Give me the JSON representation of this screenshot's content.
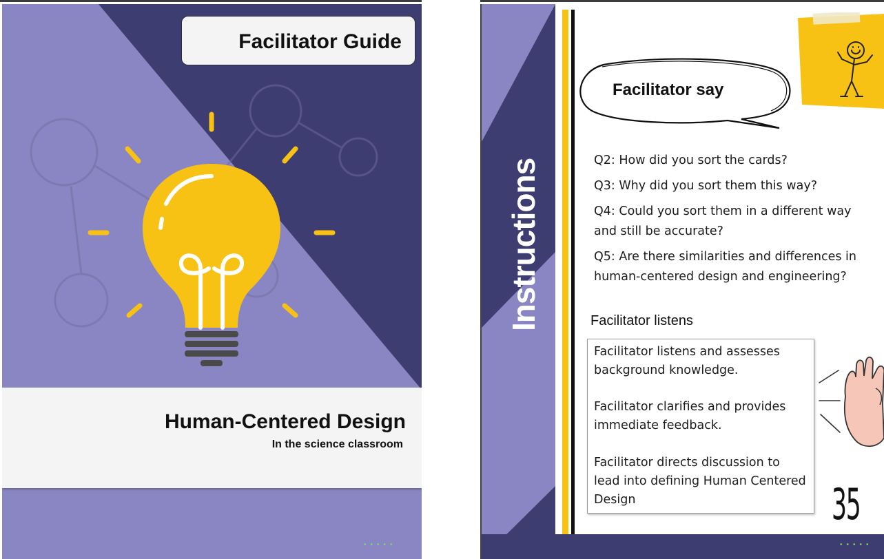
{
  "left_page": {
    "header_title": "Facilitator Guide",
    "side_title": "HUMANIZING SCIENCE IN K-12 CLASSROOMS",
    "cover_title": "Human-Centered Design",
    "cover_subtitle": "In the science classroom",
    "footer_dots": "•••••"
  },
  "right_page": {
    "side_title": "Instructions",
    "speech_bubble": "Facilitator say",
    "questions": [
      "Q2: How did you sort the cards?",
      "Q3: Why did you sort them this way?",
      "Q4: Could you sort them in a different way and still be accurate?",
      "Q5: Are there similarities and differences in human-centered design and engineering?"
    ],
    "listens_label": "Facilitator listens",
    "listens_items": [
      "Facilitator listens and assesses background knowledge.",
      "Facilitator clarifies and provides immediate feedback.",
      "Facilitator directs discussion to lead into defining Human Centered Design"
    ],
    "page_number": "35",
    "footer_dots": "•••••"
  },
  "colors": {
    "dark_purple": "#3e3d72",
    "light_purple": "#8a86c3",
    "bulb_yellow": "#f7c213",
    "dot_green": "#7ed957"
  },
  "icons": [
    "lightbulb-icon",
    "molecule-icon",
    "sticky-note-icon",
    "stick-figure-icon",
    "speech-bubble-icon",
    "listening-hand-icon"
  ]
}
